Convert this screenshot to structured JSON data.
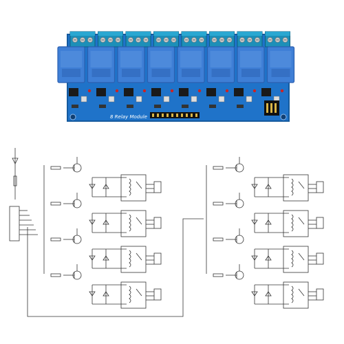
{
  "board": {
    "label": "8 Relay Module",
    "relay_count": 8,
    "colors": {
      "pcb": "#1f73c9",
      "pcb_edge": "#155a9e",
      "relay": "#3f7fd6",
      "relay_dark": "#2b5fb0",
      "terminal": "#1d8fb8",
      "terminal_top": "#2aa7d1",
      "screw": "#c9c9c9",
      "header": "#111111",
      "component": "#1a1a1a",
      "silkscreen": "#ffffff"
    }
  },
  "schematic": {
    "stroke_color": "#333333",
    "channels_per_side": 4,
    "sides": [
      "left",
      "right"
    ]
  }
}
